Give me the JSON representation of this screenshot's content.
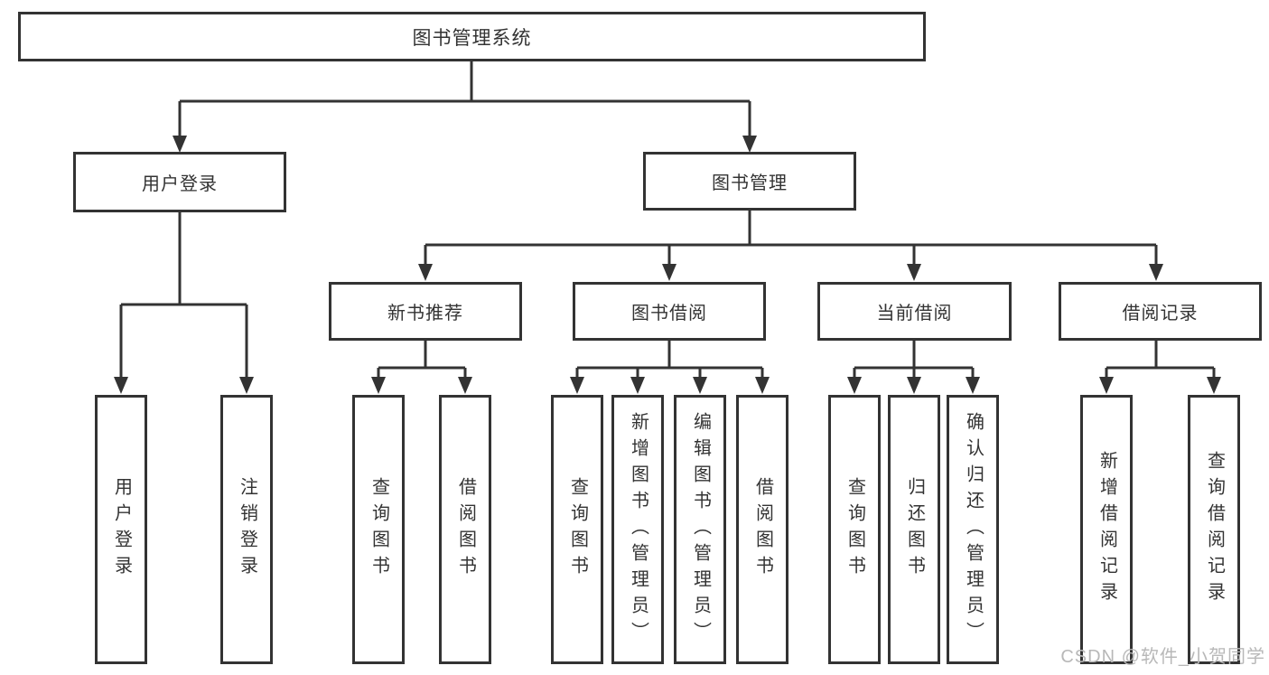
{
  "nodes": {
    "root": "图书管理系统",
    "user_login": "用户登录",
    "book_management": "图书管理",
    "new_book_recommend": "新书推荐",
    "book_borrow": "图书借阅",
    "current_borrow": "当前借阅",
    "borrow_records": "借阅记录",
    "user_login_children": [
      "用户登录",
      "注销登录"
    ],
    "new_book_recommend_children": [
      "查询图书",
      "借阅图书"
    ],
    "book_borrow_children": [
      "查询图书",
      "新增图书（管理员）",
      "编辑图书（管理员）",
      "借阅图书"
    ],
    "current_borrow_children": [
      "查询图书",
      "归还图书",
      "确认归还（管理员）"
    ],
    "borrow_records_children": [
      "新增借阅记录",
      "查询借阅记录"
    ]
  },
  "watermark": "CSDN @软件_小贺同学",
  "colors": {
    "line": "#333333",
    "text": "#333333",
    "watermark": "#b8b8b8",
    "background": "#ffffff"
  }
}
